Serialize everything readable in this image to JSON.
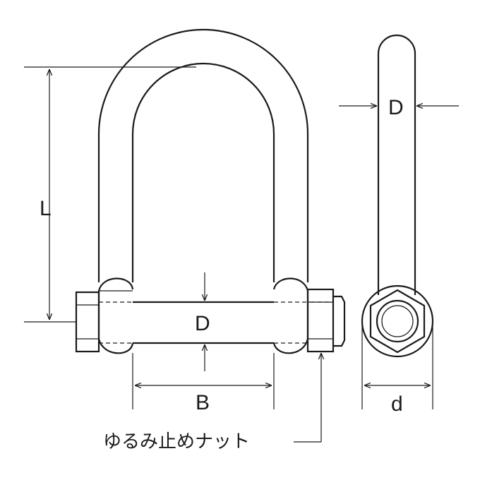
{
  "labels": {
    "L": "L",
    "D_pin": "D",
    "D_side": "D",
    "B": "B",
    "d": "d",
    "nut": "ゆるみ止めナット"
  }
}
